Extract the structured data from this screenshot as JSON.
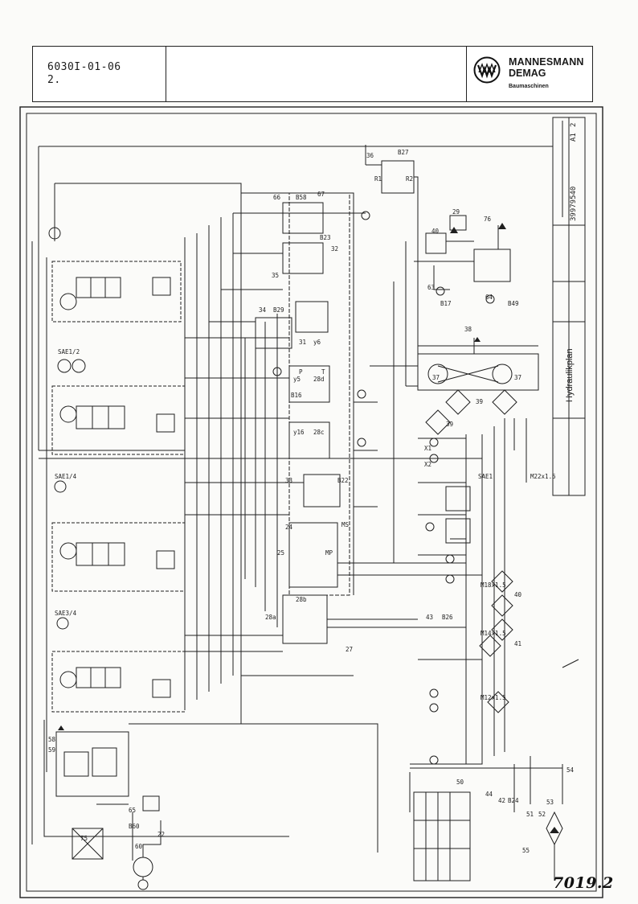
{
  "header": {
    "doc_number": "6030I-01-06",
    "revision": "2.",
    "brand_line1": "MANNESMANN",
    "brand_line2": "DEMAG",
    "brand_line3": "Baumaschinen"
  },
  "title_block": {
    "drawing_title": "Hydraulikplan",
    "drawing_number": "39979540",
    "sheet": "A1",
    "sheet_count": "2"
  },
  "sheet_number": "7019.2",
  "component_labels": [
    "36",
    "B27",
    "66",
    "B58",
    "67",
    "35",
    "B23",
    "32",
    "34",
    "B29",
    "31",
    "y6",
    "y5",
    "28d",
    "B16",
    "28c",
    "y16",
    "33",
    "B22",
    "24",
    "25",
    "28b",
    "28a",
    "27",
    "29",
    "76",
    "40",
    "63",
    "B17",
    "64",
    "B49",
    "38",
    "37",
    "37",
    "39",
    "39",
    "40",
    "41",
    "43",
    "B26",
    "50",
    "51",
    "52",
    "53",
    "54",
    "55",
    "58",
    "59",
    "75",
    "60",
    "B60",
    "22",
    "65",
    "44",
    "42",
    "B24"
  ],
  "port_labels": [
    "SAE1/2",
    "SAE1/4",
    "SAE3/4",
    "SAE1",
    "M18x1.5",
    "M22x1.5",
    "M14x1.5",
    "M12x1.5",
    "MP",
    "MS",
    "P",
    "T",
    "R1",
    "R2",
    "X1",
    "X2"
  ],
  "colors": {
    "line": "#1f1f1f",
    "paper": "#fbfbf9",
    "border": "#222222"
  },
  "icons": [
    "logo-mark-icon",
    "pump-icon",
    "motor-icon",
    "valve-icon",
    "filter-icon",
    "gauge-icon",
    "check-valve-icon"
  ]
}
